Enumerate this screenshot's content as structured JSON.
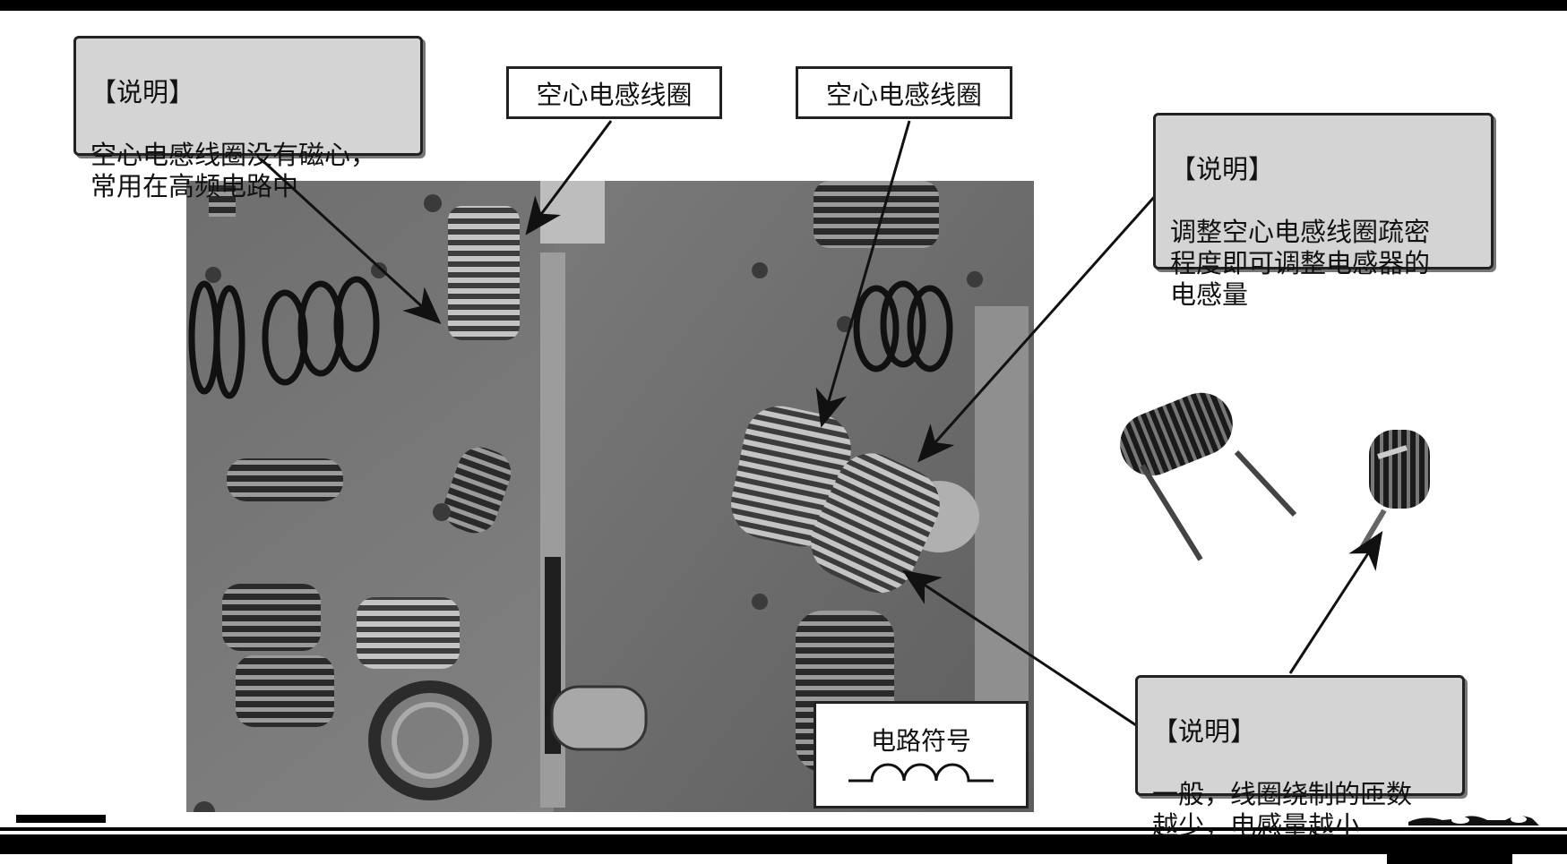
{
  "notes": {
    "top_left": {
      "heading": "【说明】",
      "body": "空心电感线圈没有磁心，\n常用在高频电路中"
    },
    "top_right": {
      "heading": "【说明】",
      "body": "调整空心电感线圈疏密\n程度即可调整电感器的\n电感量"
    },
    "bottom_right": {
      "heading": "【说明】",
      "body": "一般，线圈绕制的匝数\n越少，电感量越小"
    }
  },
  "labels": {
    "coil_a": "空心电感线圈",
    "coil_b": "空心电感线圈"
  },
  "symbol": {
    "title": "电路符号"
  }
}
